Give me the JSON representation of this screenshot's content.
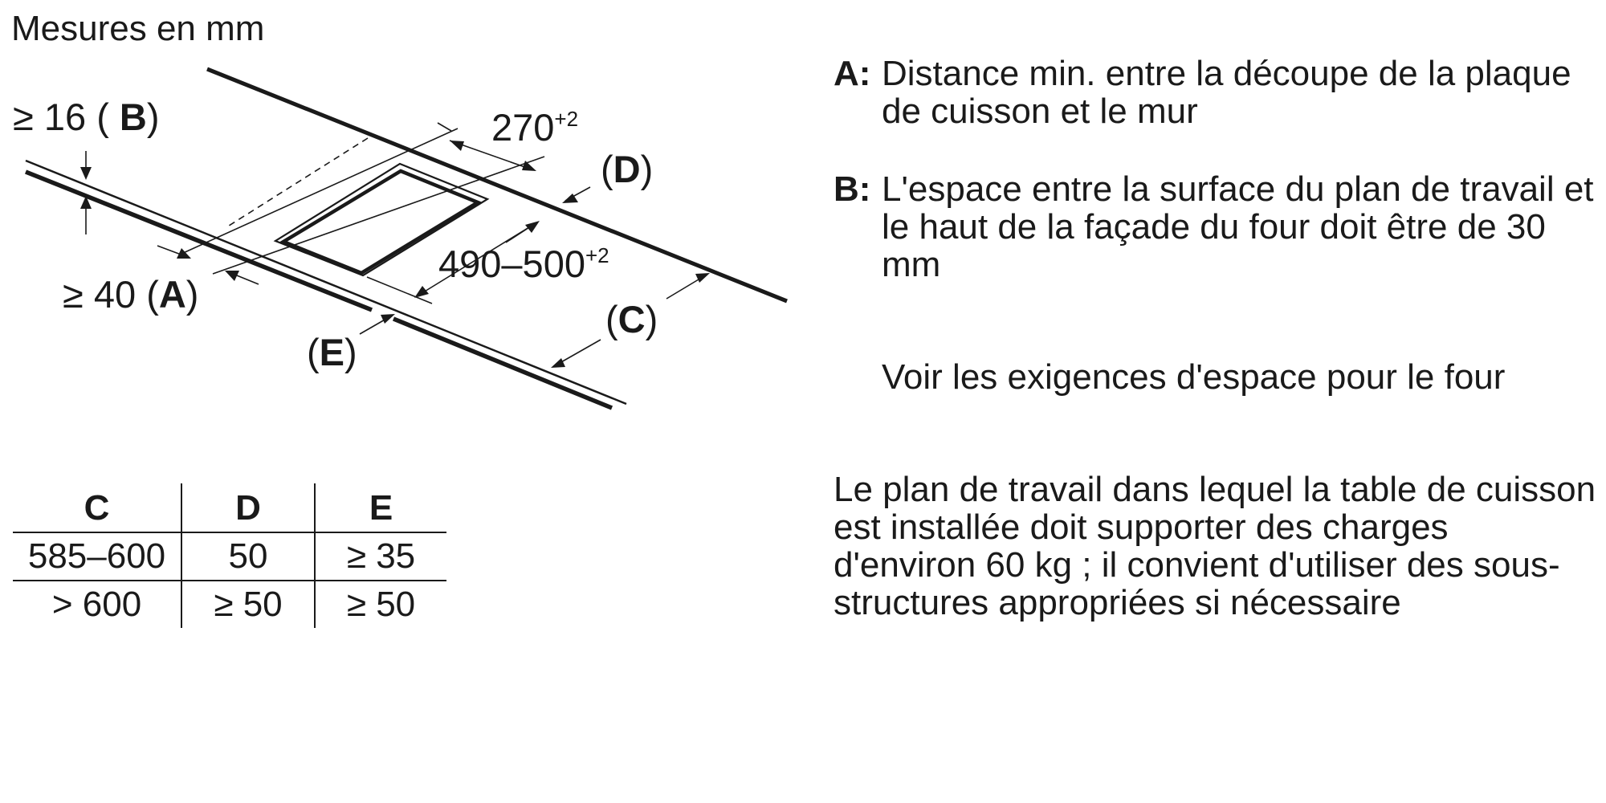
{
  "title": "Mesures en mm",
  "diagram": {
    "label_b_prefix": "≥ 16 ( ",
    "label_b_letter": "B",
    "label_b_suffix": ")",
    "label_a_prefix": "≥ 40 (",
    "label_a_letter": "A",
    "label_a_suffix": ")",
    "label_270": "270",
    "label_270_sup": "+2",
    "label_490": "490–500",
    "label_490_sup": "+2",
    "label_d_open": "(",
    "label_d_letter": "D",
    "label_d_close": ")",
    "label_c_open": "(",
    "label_c_letter": "C",
    "label_c_close": ")",
    "label_e_open": "(",
    "label_e_letter": "E",
    "label_e_close": ")"
  },
  "legend": [
    {
      "key": "A:",
      "text": "Distance min. entre la découpe de la plaque de cuisson et le mur"
    },
    {
      "key": "B:",
      "text": "L'espace entre la surface du plan de travail et le haut de la façade du four doit être de 30 mm"
    }
  ],
  "note_oven": "Voir les exigences d'espace pour le four",
  "note_load": "Le plan de travail dans lequel la table de cuisson est installée doit supporter des charges d'environ 60 kg ; il convient d'utiliser des sous-structures appropriées si nécessaire",
  "table": {
    "headers": [
      "C",
      "D",
      "E"
    ],
    "rows": [
      [
        "585–600",
        "50",
        "≥ 35"
      ],
      [
        "> 600",
        "≥ 50",
        "≥ 50"
      ]
    ]
  }
}
